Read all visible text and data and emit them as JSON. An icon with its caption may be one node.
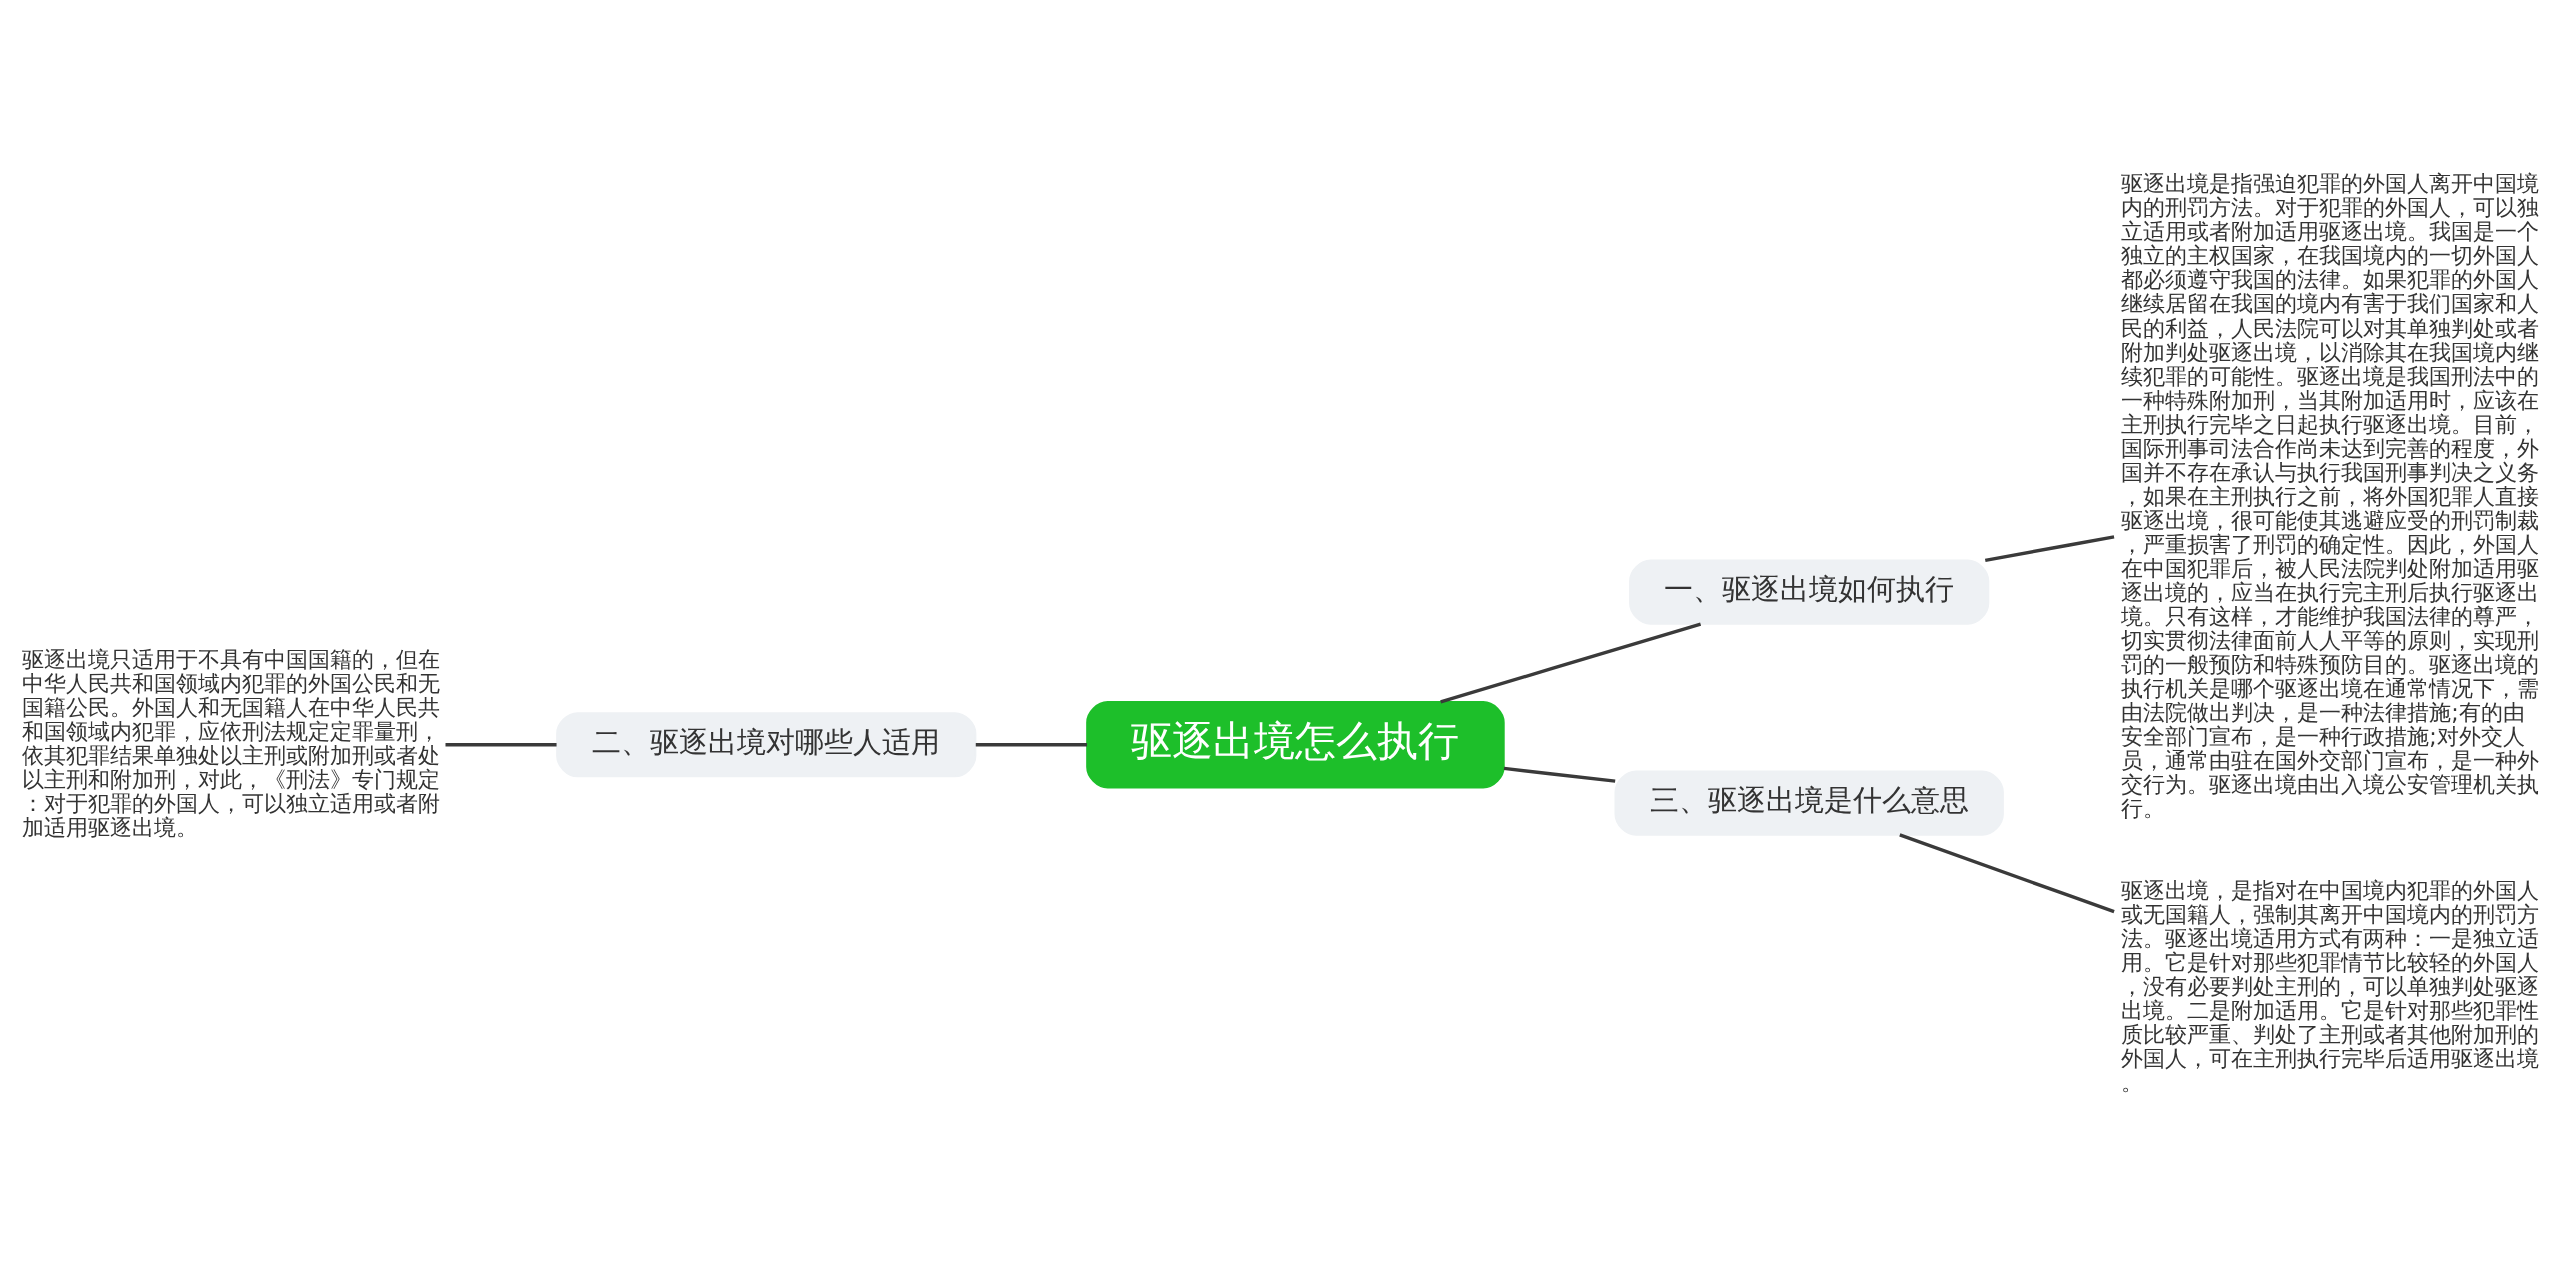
{
  "diagram": {
    "nodes": [
      {
        "text": [
          "驱逐出境怎么执行"
        ]
      },
      {
        "text": [
          "一、驱逐出境如何执行"
        ]
      },
      {
        "text": [
          "驱逐出境是指强迫犯罪的外国人离开中国境内的刑罚方法。对于犯罪的外国人，可以独立适用或者附加适用驱逐出境。我国是一个独立的主权国家，在我国境内的一切外国人都必须遵守我国的法律。如果犯罪的外国人继续居留在我国的境内有害于我们国家和人民的利益，人民法院可以对其单独判处或者附加判处驱逐出境，以消除其在我国境内继续犯罪的可能性。驱逐出境是我国刑法中的一种特殊附加刑，当其附加适用时，应该在主刑执行完毕之日起执行驱逐出境。目前，国际刑事司法合作尚未达到完善的程度，外国并不存在承认与执行我国刑事判决之义务，如果在主刑执行之前，将外国犯罪人直接驱逐出境，很可能使其逃避应受的刑罚制裁，严重损害了刑罚的确定性。因此，外国人在中国犯罪后，被人民法院判处附加适用驱逐出境的，应当在执行完主刑后执行驱逐出境。只有这样，才能维护我国法律的尊严，切实贯彻法律面前人人平等的原则，实现刑罚的一般预防和特殊预防目的。驱逐出境的执行机关是哪个驱逐出境在通常情况下，需由法院做出判决，是一种法律措施;有的由安全部门宣布，是一种行政措施;对外交人员，通常由驻在国外交部门宣布，是一种外交行为。驱逐出境由出入境公安管理机关执行。"
        ]
      },
      {
        "text": [
          "二、驱逐出境对哪些人适用"
        ]
      },
      {
        "text": [
          "驱逐出境只适用于不具有中国国籍的，但在中华人民共和国领域内犯罪的外国公民和无国籍公民。外国人和无国籍人在中华人民共和国领域内犯罪，应依刑法规定定罪量刑，依其犯罪结果单独处以主刑或附加刑或者处以主刑和附加刑，对此，《刑法》专门规定：对于犯罪的外国人，可以独立适用或者附加适用驱逐出境。"
        ]
      },
      {
        "text": [
          "三、驱逐出境是什么意思"
        ]
      },
      {
        "text": [
          "驱逐出境，是指对在中国境内犯罪的外国人或无国籍人，强制其离开中国境内的刑罚方法。驱逐出境适用方式有两种：一是独立适用。它是针对那些犯罪情节比较轻的外国人，没有必要判处主刑的，可以单独判处驱逐出境。二是附加适用。它是针对那些犯罪性质比较严重、判处了主刑或者其他附加刑的外国人，可在主刑执行完毕后适用驱逐出境。"
        ]
      }
    ],
    "edges": [
      {
        "from": 0,
        "to": 1,
        "arrow": "none"
      },
      {
        "from": 1,
        "to": 2,
        "arrow": "none"
      },
      {
        "from": 0,
        "to": 3,
        "arrow": "none"
      },
      {
        "from": 3,
        "to": 4,
        "arrow": "none"
      },
      {
        "from": 0,
        "to": 5,
        "arrow": "none"
      },
      {
        "from": 5,
        "to": 6,
        "arrow": "none"
      }
    ]
  }
}
